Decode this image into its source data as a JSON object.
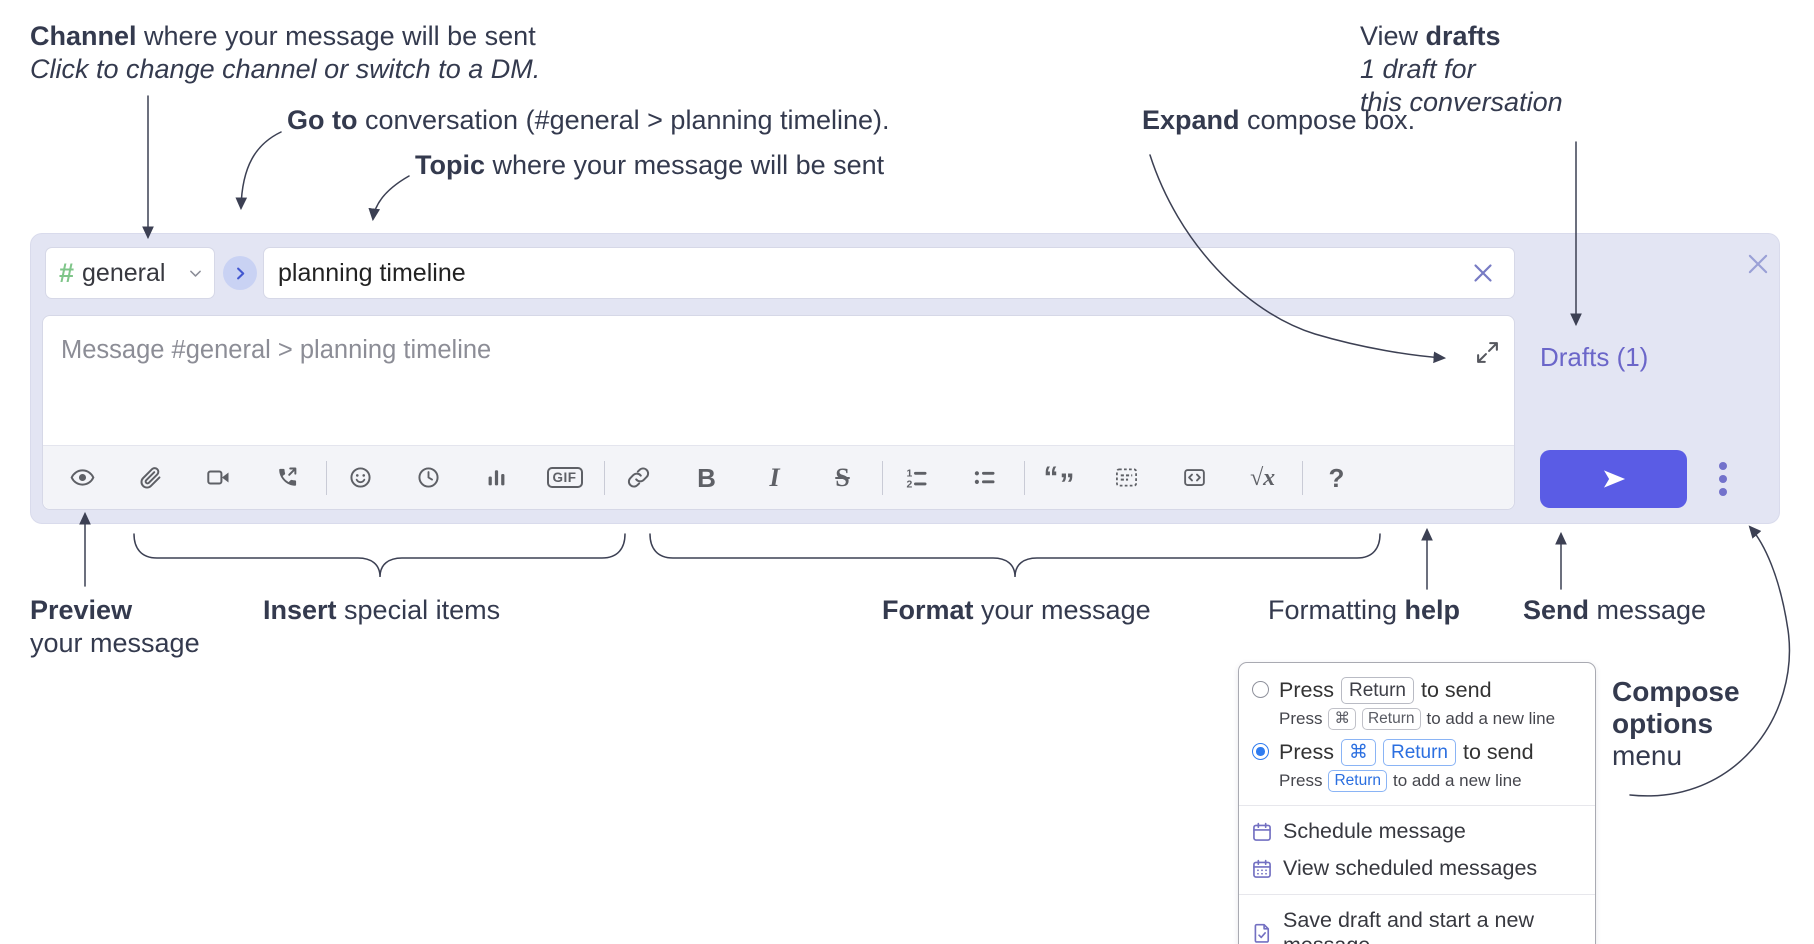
{
  "annotations": {
    "channel": {
      "bold": "Channel",
      "rest": " where your message will be sent",
      "line2": "Click to change channel or switch to a DM."
    },
    "goto": {
      "bold": "Go to",
      "rest": " conversation (#general > planning timeline)."
    },
    "topic": {
      "bold": "Topic",
      "rest": " where your message will be sent"
    },
    "expand": {
      "bold": "Expand",
      "rest": " compose box."
    },
    "view_drafts": {
      "pre": "View ",
      "bold": "drafts",
      "line2": "1 draft for",
      "line3": "this conversation"
    },
    "preview": {
      "bold": "Preview",
      "line2": "your message"
    },
    "insert": {
      "bold": "Insert",
      "rest": " special items"
    },
    "format": {
      "bold": "Format",
      "rest": " your message"
    },
    "formatting_help": {
      "pre": "Formatting ",
      "bold": "help"
    },
    "send": {
      "bold": "Send",
      "rest": " message"
    },
    "compose_options": {
      "bold_line1": "Compose",
      "bold_line2": "options",
      "line3": "menu"
    }
  },
  "compose_box": {
    "channel_selector": {
      "hash_glyph": "#",
      "channel_name": "general"
    },
    "topic_input": {
      "value": "planning timeline"
    },
    "message_input": {
      "placeholder": "Message #general > planning timeline"
    },
    "drafts_link": "Drafts (1)",
    "toolbar": {
      "glyphs": {
        "gif": "GIF",
        "bold": "B",
        "italic": "I",
        "strikethrough": "S",
        "quote_open": "“",
        "quote_close": "”",
        "math": "√x",
        "help": "?"
      },
      "buttons": [
        "preview",
        "attach-file",
        "start-video-call",
        "start-audio-call",
        "emoji",
        "add-global-time",
        "add-poll",
        "gif",
        "link",
        "bold",
        "italic",
        "strikethrough",
        "numbered-list",
        "bulleted-list",
        "quote",
        "spoiler",
        "code",
        "math",
        "help"
      ]
    }
  },
  "popup_menu": {
    "radio_options": [
      {
        "selected": false,
        "pre": "Press",
        "keys": [
          "Return"
        ],
        "post": "to send",
        "sub_pre": "Press",
        "sub_keys": [
          "⌘",
          "Return"
        ],
        "sub_post": "to add a new line"
      },
      {
        "selected": true,
        "pre": "Press",
        "keys": [
          "⌘",
          "Return"
        ],
        "post": "to send",
        "sub_pre": "Press",
        "sub_keys": [
          "Return"
        ],
        "sub_post": "to add a new line"
      }
    ],
    "items": [
      {
        "icon": "calendar-icon",
        "label": "Schedule message"
      },
      {
        "icon": "calendar-days-icon",
        "label": "View scheduled messages"
      },
      {
        "icon": "save-draft-icon",
        "label": "Save draft and start a new message"
      }
    ]
  },
  "colors": {
    "compose_background": "#e3e5f3",
    "send_button": "#5a5ce5",
    "drafts_link": "#6b66c9",
    "channel_hash_green": "#7fc589",
    "selected_radio_blue": "#2f7cf0",
    "menu_icon_purple": "#7370c2"
  }
}
